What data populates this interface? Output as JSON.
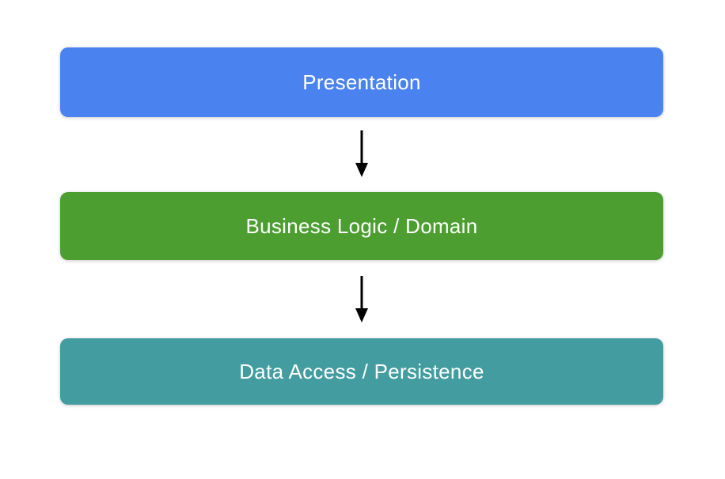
{
  "diagram": {
    "type": "layered-architecture",
    "background": "#ffffff",
    "arrow_color": "#000000",
    "layers": [
      {
        "id": "presentation",
        "label": "Presentation",
        "color": "#4a82f0",
        "text_color": "#ffffff"
      },
      {
        "id": "business-logic",
        "label": "Business Logic / Domain",
        "color": "#4c9e30",
        "text_color": "#ffffff"
      },
      {
        "id": "data-access",
        "label": "Data Access / Persistence",
        "color": "#439da0",
        "text_color": "#ffffff"
      }
    ],
    "arrows": [
      {
        "from": "Presentation",
        "to": "Business Logic / Domain"
      },
      {
        "from": "Business Logic / Domain",
        "to": "Data Access / Persistence"
      }
    ]
  }
}
